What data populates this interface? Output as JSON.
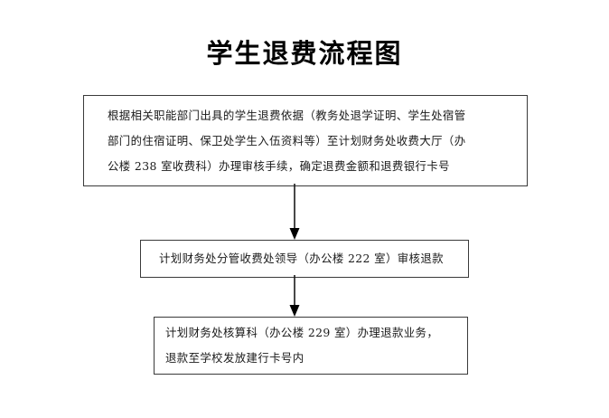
{
  "document": {
    "title": "学生退费流程图",
    "type": "flowchart",
    "background_color": "#ffffff",
    "text_color": "#1a1a1a",
    "border_color": "#3a3a3a"
  },
  "flowchart": {
    "title": "学生退费流程图",
    "steps": [
      {
        "id": "step-1",
        "lines": [
          "根据相关职能部门出具的学生退费依据（教务处退学证明、学生处宿管",
          "部门的住宿证明、保卫处学生入伍资料等）至计划财务处收费大厅（办",
          "公楼 238 室收费科）办理审核手续，确定退费金额和退费银行卡号"
        ]
      },
      {
        "id": "step-2",
        "lines": [
          "计划财务处分管收费处领导（办公楼 222 室）审核退款"
        ]
      },
      {
        "id": "step-3",
        "lines": [
          "计划财务处核算科（办公楼 229 室）办理退款业务，",
          "退款至学校发放建行卡号内"
        ]
      }
    ],
    "connectors": [
      {
        "id": "arrow-1",
        "from": "step-1",
        "to": "step-2",
        "direction": "down"
      },
      {
        "id": "arrow-2",
        "from": "step-2",
        "to": "step-3",
        "direction": "down"
      }
    ]
  }
}
